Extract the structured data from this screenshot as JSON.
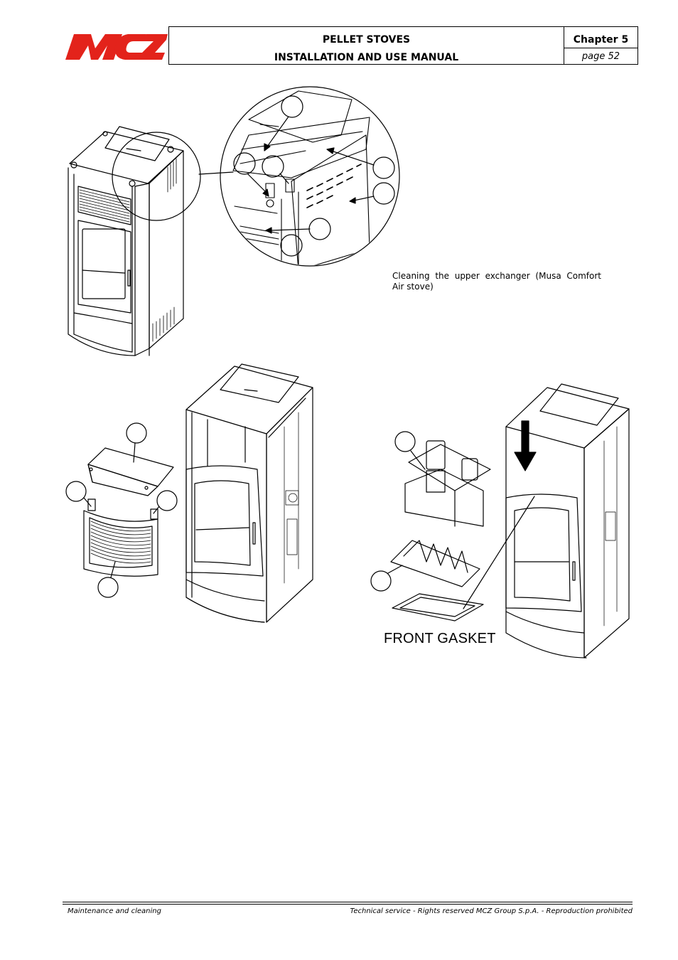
{
  "header": {
    "logo_text": "MCZ",
    "title_line1": "PELLET STOVES",
    "title_line2": "INSTALLATION AND USE MANUAL",
    "chapter": "Chapter 5",
    "page": "page 52"
  },
  "figure_top": {
    "caption": "Cleaning the upper exchanger (Musa Comfort Air stove)"
  },
  "figure_bottom_right": {
    "label": "FRONT GASKET"
  },
  "footer": {
    "left": "Maintenance and cleaning",
    "right": "Technical service - Rights reserved MCZ Group S.p.A. - Reproduction prohibited"
  },
  "colors": {
    "brand_red": "#e3231b",
    "line": "#000000"
  }
}
